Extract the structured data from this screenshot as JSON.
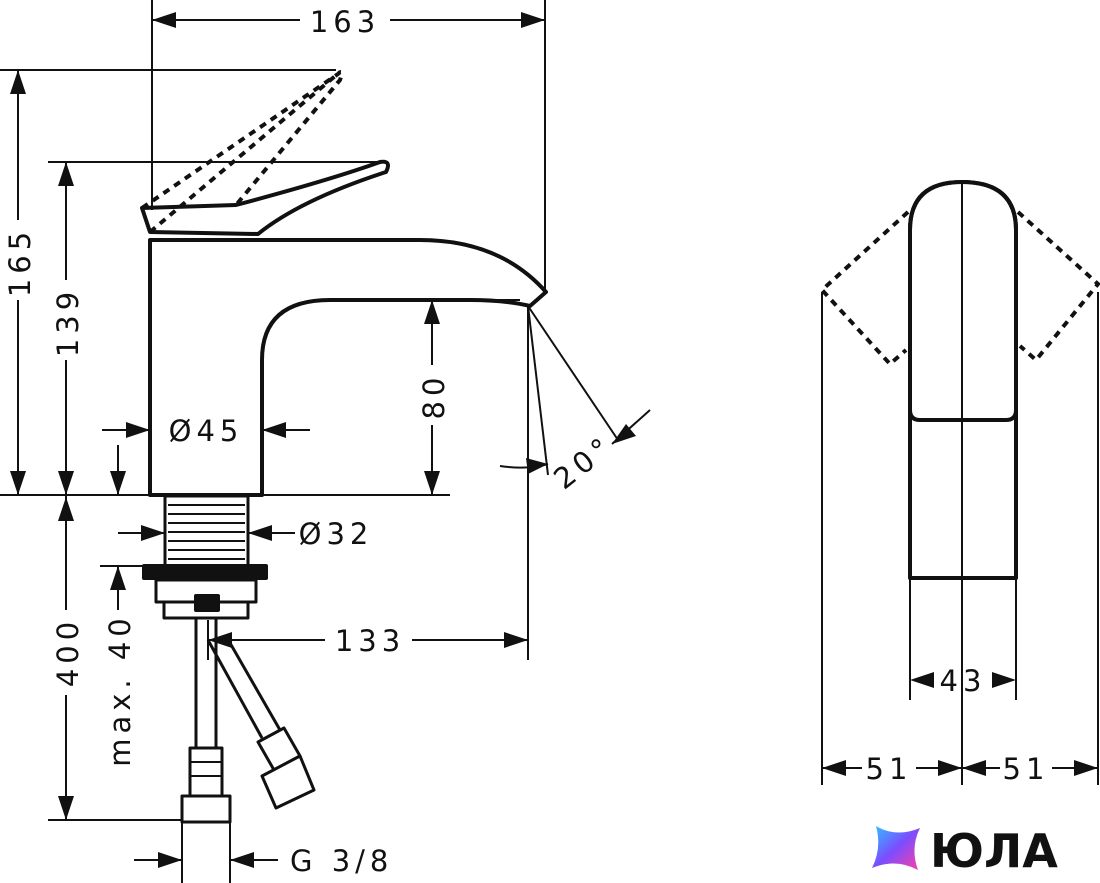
{
  "dimensions": {
    "width_overall": "163",
    "height_lever_up": "165",
    "height_body": "139",
    "spout_clearance": "80",
    "body_diameter": "Ø45",
    "shank_diameter": "Ø32",
    "spout_reach": "133",
    "hose_length": "400",
    "max_mount_thickness": "max. 40",
    "connection_thread": "G 3/8",
    "flow_angle": "20°",
    "lever_width": "43",
    "swing_left": "51",
    "swing_right": "51"
  },
  "logo": {
    "text": "ЮЛА",
    "colors": [
      "#2ec5ff",
      "#7b4dff",
      "#ff3fa4"
    ]
  }
}
